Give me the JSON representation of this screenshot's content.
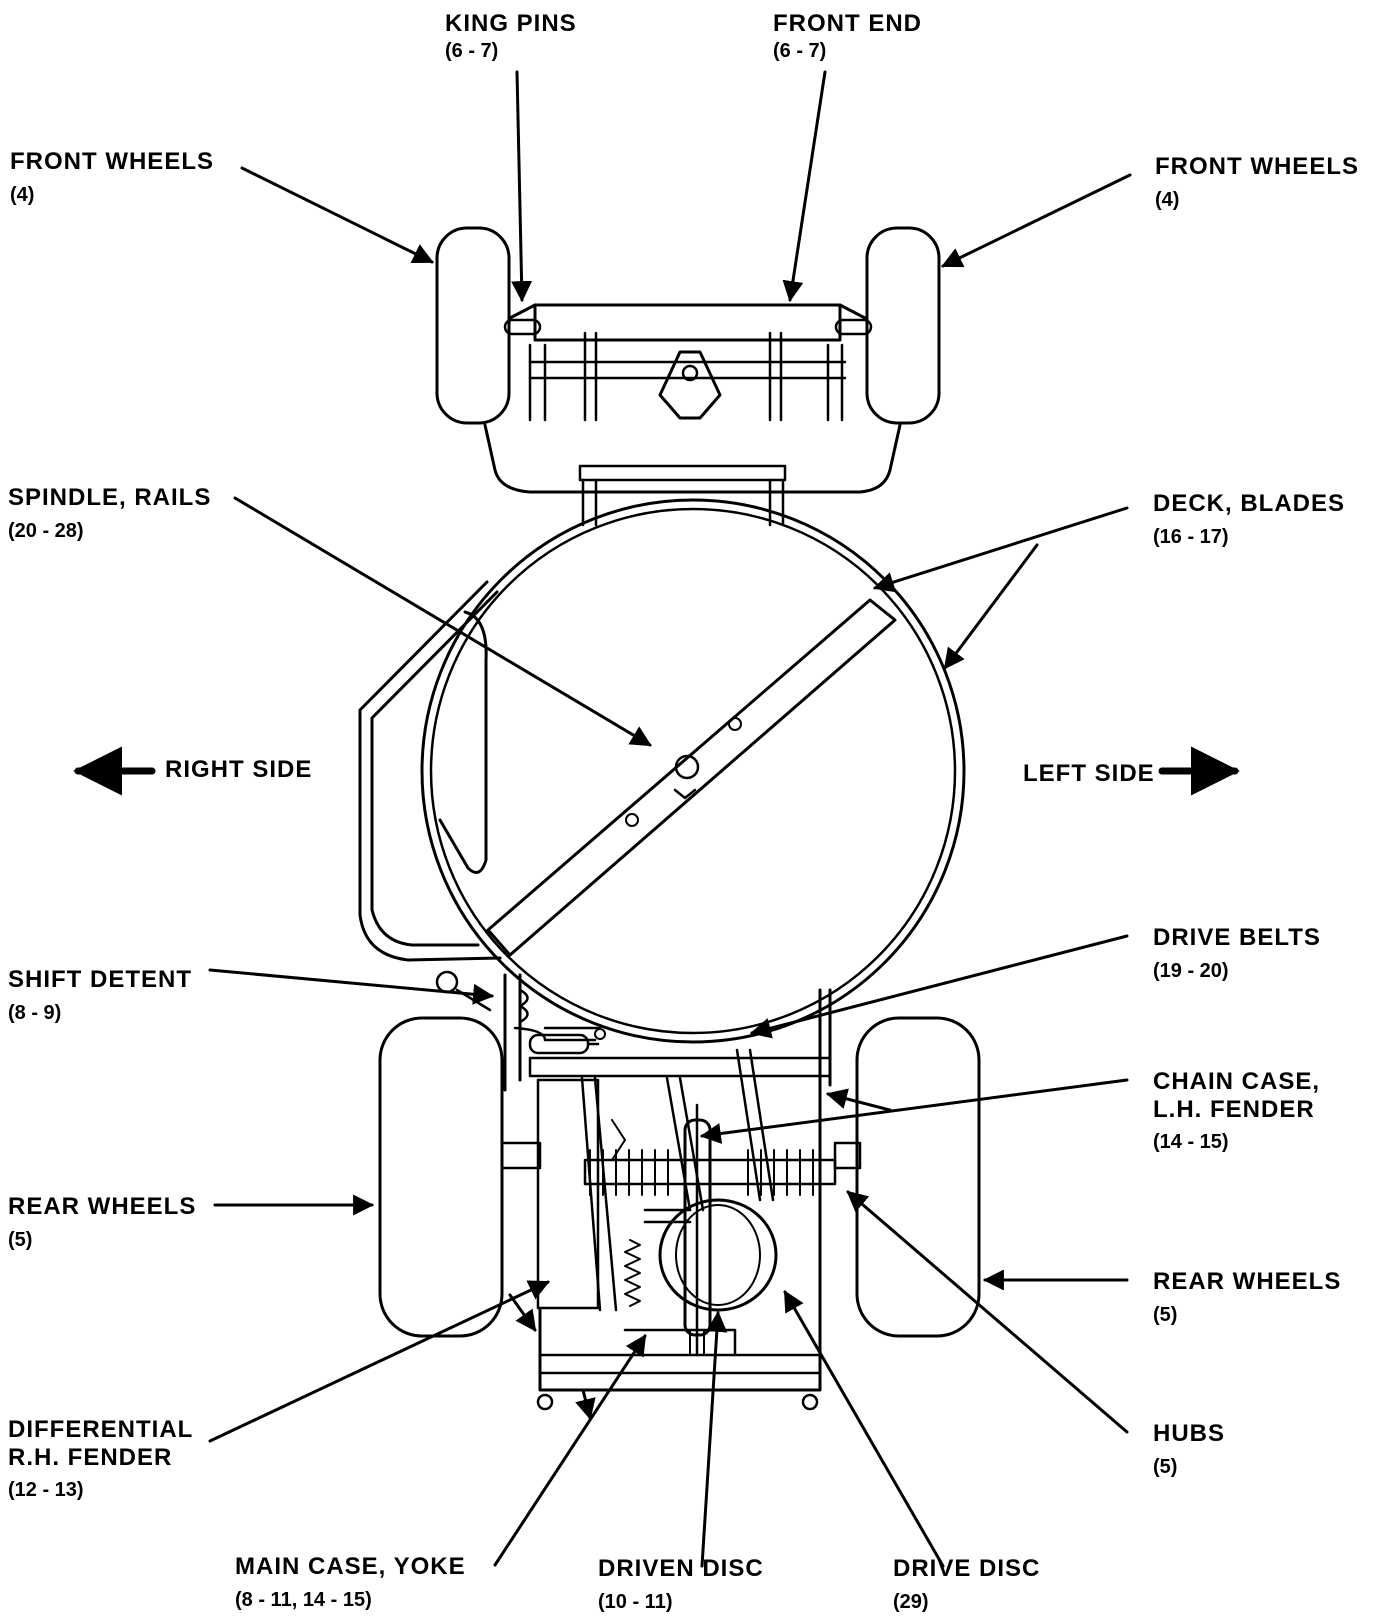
{
  "labels": {
    "king_pins": {
      "title": "KING PINS",
      "ref": "(6 - 7)"
    },
    "front_end": {
      "title": "FRONT END",
      "ref": "(6 - 7)"
    },
    "front_wheels_left": {
      "title": "FRONT WHEELS",
      "ref": "(4)"
    },
    "front_wheels_right": {
      "title": "FRONT WHEELS",
      "ref": "(4)"
    },
    "spindle_rails": {
      "title": "SPINDLE, RAILS",
      "ref": "(20 - 28)"
    },
    "deck_blades": {
      "title": "DECK, BLADES",
      "ref": "(16 - 17)"
    },
    "right_side": "RIGHT SIDE",
    "left_side": "LEFT SIDE",
    "shift_detent": {
      "title": "SHIFT DETENT",
      "ref": "(8 - 9)"
    },
    "drive_belts": {
      "title": "DRIVE BELTS",
      "ref": "(19 - 20)"
    },
    "chain_case": {
      "title": "CHAIN CASE,",
      "title2": "L.H. FENDER",
      "ref": "(14 - 15)"
    },
    "rear_wheels_left": {
      "title": "REAR WHEELS",
      "ref": "(5)"
    },
    "rear_wheels_right": {
      "title": "REAR WHEELS",
      "ref": "(5)"
    },
    "hubs": {
      "title": "HUBS",
      "ref": "(5)"
    },
    "differential": {
      "title": "DIFFERENTIAL",
      "title2": "R.H. FENDER",
      "ref": "(12 - 13)"
    },
    "main_case": {
      "title": "MAIN CASE, YOKE",
      "ref": "(8 - 11, 14 - 15)"
    },
    "driven_disc": {
      "title": "DRIVEN DISC",
      "ref": "(10 - 11)"
    },
    "drive_disc": {
      "title": "DRIVE DISC",
      "ref": "(29)"
    }
  }
}
